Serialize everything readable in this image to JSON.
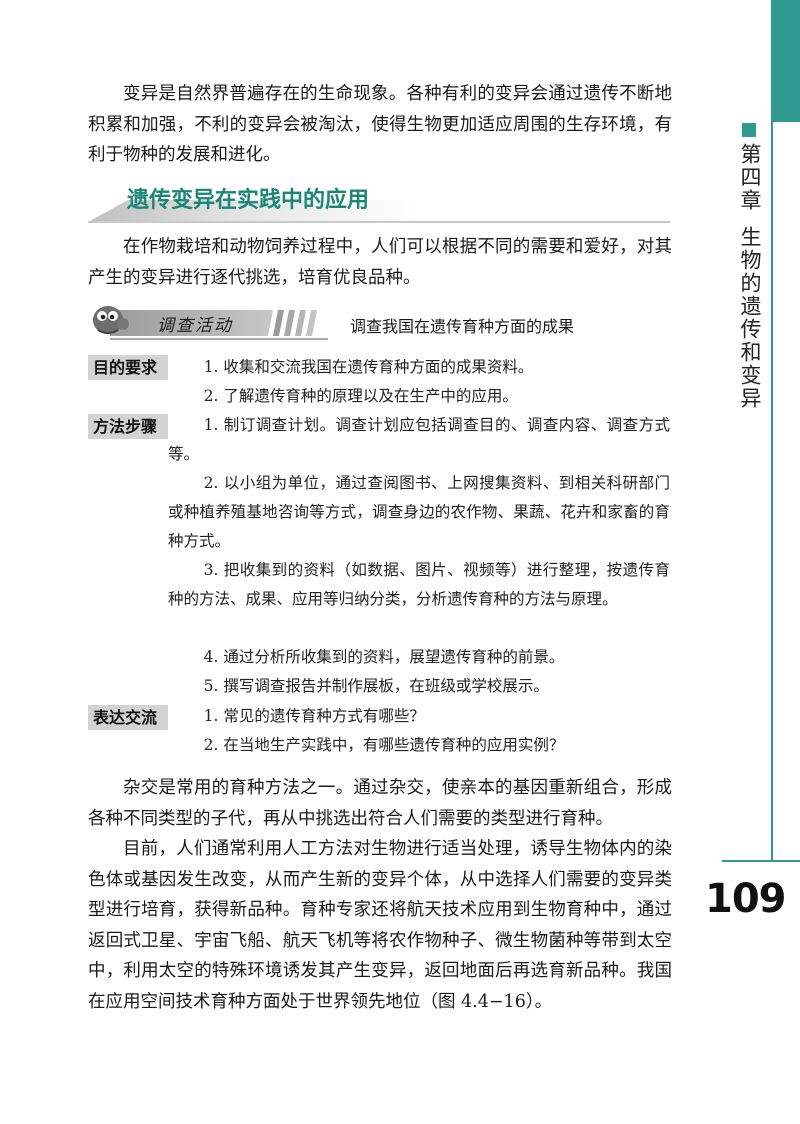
{
  "side": {
    "chapter_label": "第四章",
    "chapter_title": "生物的遗传和变异",
    "page_number": "109"
  },
  "intro_paragraph": "变异是自然界普遍存在的生命现象。各种有利的变异会通过遗传不断地积累和加强，不利的变异会被淘汰，使得生物更加适应周围的生存环境，有利于物种的发展和进化。",
  "section": {
    "title": "遗传变异在实践中的应用",
    "paragraph": "在作物栽培和动物饲养过程中，人们可以根据不同的需要和爱好，对其产生的变异进行逐代挑选，培育优良品种。"
  },
  "activity": {
    "title": "调查活动",
    "subtitle": "调查我国在遗传育种方面的成果",
    "goals_label": "目的要求",
    "goals": [
      "1. 收集和交流我国在遗传育种方面的成果资料。",
      "2. 了解遗传育种的原理以及在生产中的应用。"
    ],
    "method_label": "方法步骤",
    "steps": [
      "1. 制订调查计划。调查计划应包括调查目的、调查内容、调查方式等。",
      "2. 以小组为单位，通过查阅图书、上网搜集资料、到相关科研部门或种植养殖基地咨询等方式，调查身边的农作物、果蔬、花卉和家畜的育种方式。",
      "3. 把收集到的资料（如数据、图片、视频等）进行整理，按遗传育种的方法、成果、应用等归纳分类，分析遗传育种的方法与原理。",
      "4. 通过分析所收集到的资料，展望遗传育种的前景。",
      "5. 撰写调查报告并制作展板，在班级或学校展示。"
    ],
    "exchange_label": "表达交流",
    "questions": [
      "1. 常见的遗传育种方式有哪些？",
      "2. 在当地生产实践中，有哪些遗传育种的应用实例？"
    ]
  },
  "paragraphs": [
    "杂交是常用的育种方法之一。通过杂交，使亲本的基因重新组合，形成各种不同类型的子代，再从中挑选出符合人们需要的类型进行育种。",
    "目前，人们通常利用人工方法对生物进行适当处理，诱导生物体内的染色体或基因发生改变，从而产生新的变异个体，从中选择人们需要的变异类型进行培育，获得新品种。育种专家还将航天技术应用到生物育种中，通过返回式卫星、宇宙飞船、航天飞机等将农作物种子、微生物菌种等带到太空中，利用太空的特殊环境诱发其产生变异，返回地面后再选育新品种。我国在应用空间技术育种方面处于世界领先地位（图 4.4−16）。"
  ],
  "colors": {
    "accent": "#2f9a8f",
    "heading": "#1b8577",
    "label_bg": "#d3d3d3"
  },
  "icons": [
    "mascot-icon"
  ]
}
